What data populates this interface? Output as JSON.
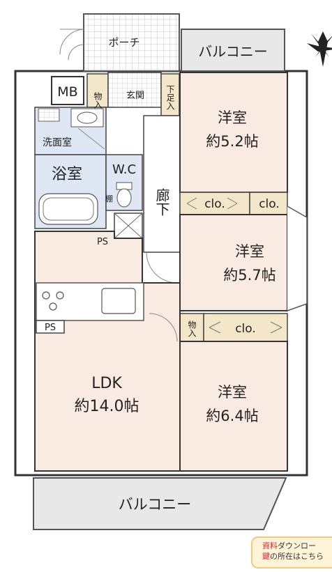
{
  "rooms": {
    "porch": "ポーチ",
    "balcony_top": "バルコニー",
    "balcony_bottom": "バルコニー",
    "mb": "MB",
    "storage_top": "物入",
    "entrance": "玄関",
    "shoe_storage": "下足入",
    "washroom": "洗面室",
    "bath": "浴室",
    "wc": "W.C",
    "shelf": "棚",
    "corridor": "廊下",
    "ps_top": "PS",
    "ps_kitchen": "PS",
    "storage_mid": "物入",
    "closet_1": "clo.",
    "closet_2": "clo.",
    "closet_3": "clo.",
    "bedroom_1_name": "洋室",
    "bedroom_1_size": "約5.2帖",
    "bedroom_2_name": "洋室",
    "bedroom_2_size": "約5.7帖",
    "bedroom_3_name": "洋室",
    "bedroom_3_size": "約6.4帖",
    "ldk_name": "LDK",
    "ldk_size": "約14.0帖"
  },
  "badge": {
    "line1_red": "資料",
    "line1_rest": "ダウンロー",
    "line2_red": "鍵",
    "line2_rest": "の所在はこちら"
  },
  "colors": {
    "room_fill": "#faebe2",
    "wet_fill": "#dfe6f4",
    "balcony_fill": "#e8e8e8",
    "closet_fill": "#f3e6c9",
    "wall": "#333333",
    "badge_bg": "#fff3d8",
    "badge_red": "#e0242a"
  }
}
